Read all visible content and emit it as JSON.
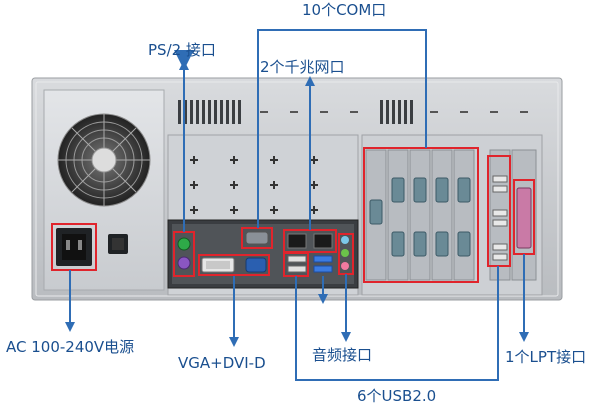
{
  "labels": {
    "com": "10个COM口",
    "ps2": "PS/2 接口",
    "lan": "2个千兆网口",
    "power": "AC 100-240V电源",
    "vga_dvi": "VGA+DVI-D",
    "audio": "音频接口",
    "lpt": "1个LPT接口",
    "usb": "6个USB2.0"
  },
  "colors": {
    "label_text": "#1a4f8f",
    "callout_line": "#2f6db5",
    "highlight_box": "#e0242c",
    "chassis": "#c9ccd0",
    "io_panel": "#2a2d31"
  }
}
